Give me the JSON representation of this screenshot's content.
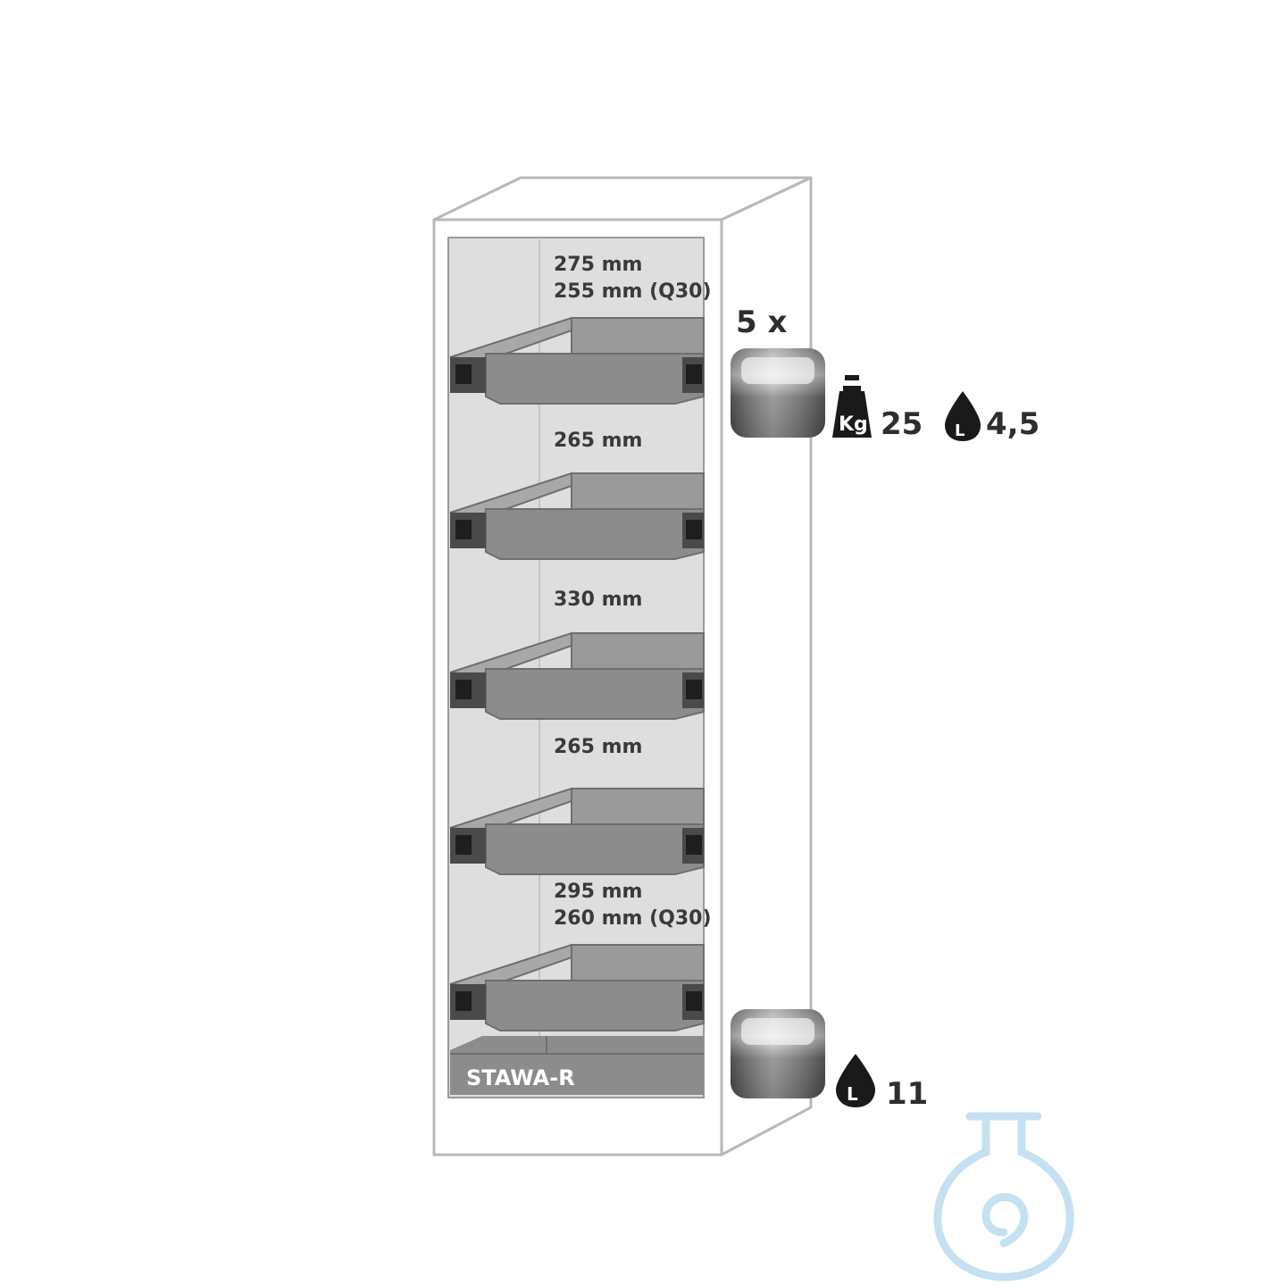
{
  "cabinet": {
    "brand_label": "STAWA-R",
    "shelf_count_label": "5 x",
    "compartment_heights": [
      {
        "line1": "275 mm",
        "line2": "255 mm (Q30)"
      },
      {
        "line1": "265 mm",
        "line2": ""
      },
      {
        "line1": "330 mm",
        "line2": ""
      },
      {
        "line1": "265 mm",
        "line2": ""
      },
      {
        "line1": "295 mm",
        "line2": "260 mm (Q30)"
      }
    ]
  },
  "shelf_specs": {
    "load_value": "25",
    "load_icon": "kg-weight-icon",
    "load_icon_text": "Kg",
    "volume_value": "4,5",
    "volume_icon": "liquid-drop-icon",
    "volume_icon_text": "L"
  },
  "sump_specs": {
    "volume_value": "11",
    "volume_icon": "liquid-drop-icon",
    "volume_icon_text": "L"
  },
  "colors": {
    "cabinet_outline": "#b8b8b8",
    "interior": "#dedede",
    "tray": "#8c8c8c",
    "tray_dark": "#6e6e6e",
    "tray_light": "#a3a3a3",
    "watermark": "#bcdcef"
  }
}
